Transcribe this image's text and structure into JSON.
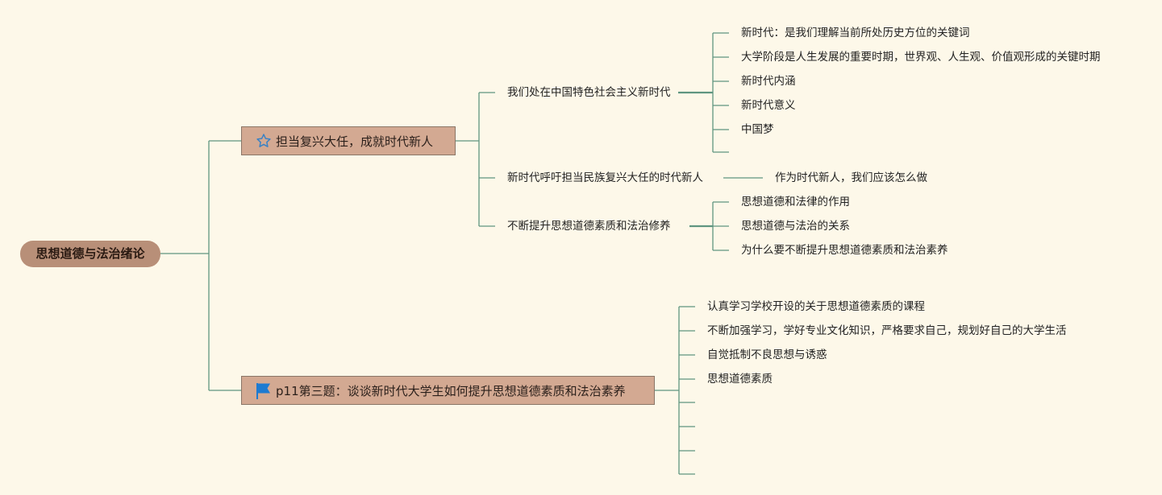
{
  "root": {
    "label": "思想道德与法治绪论"
  },
  "topics": [
    {
      "label": "担当复兴大任，成就时代新人",
      "icon": "star-icon",
      "children": [
        {
          "label": "我们处在中国特色社会主义新时代",
          "children": [
            "新时代：是我们理解当前所处历史方位的关键词",
            "大学阶段是人生发展的重要时期，世界观、人生观、价值观形成的关键时期",
            "新时代内涵",
            "新时代意义",
            "中国梦",
            ""
          ]
        },
        {
          "label": "新时代呼吁担当民族复兴大任的时代新人",
          "children": [
            "作为时代新人，我们应该怎么做"
          ]
        },
        {
          "label": "不断提升思想道德素质和法治修养",
          "children": [
            "思想道德和法律的作用",
            "思想道德与法治的关系",
            "为什么要不断提升思想道德素质和法治素养"
          ]
        }
      ]
    },
    {
      "label": "p11第三题：谈谈新时代大学生如何提升思想道德素质和法治素养",
      "icon": "flag-icon",
      "children": [
        "认真学习学校开设的关于思想道德素质的课程",
        "不断加强学习，学好专业文化知识，严格要求自己，规划好自己的大学生活",
        "自觉抵制不良思想与诱惑",
        "思想道德素质",
        "",
        "",
        "",
        ""
      ]
    }
  ],
  "colors": {
    "background": "#fdf8e9",
    "root_fill": "#b88f78",
    "topic_fill": "#d3a992",
    "connector": "#5f9580",
    "star_icon": "#3b82c4",
    "flag_icon": "#1d7bd1"
  }
}
